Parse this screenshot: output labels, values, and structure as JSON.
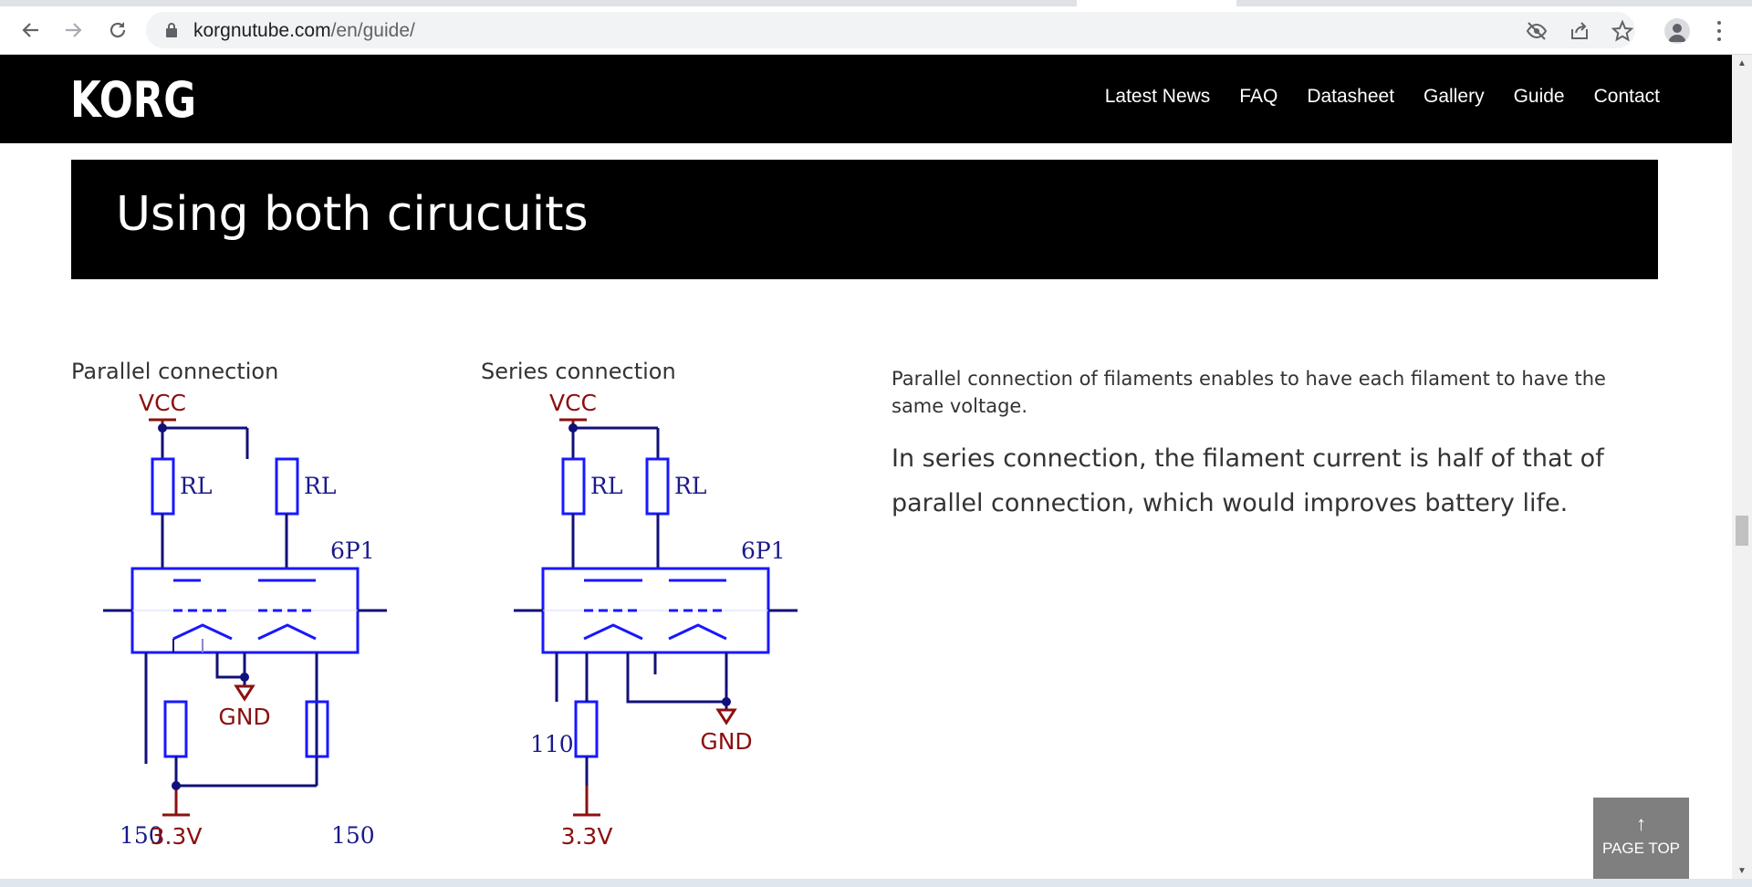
{
  "browser": {
    "url_host": "korgnutube.com",
    "url_path": "/en/guide/",
    "icons": [
      "back-arrow-icon",
      "forward-arrow-icon",
      "reload-icon",
      "lock-icon",
      "eye-off-icon",
      "share-icon",
      "star-icon",
      "profile-icon",
      "more-vert-icon"
    ]
  },
  "site": {
    "logo_text": "KORG",
    "nav": [
      "Latest News",
      "FAQ",
      "Datasheet",
      "Gallery",
      "Guide",
      "Contact"
    ]
  },
  "banner": {
    "title": "Using both cirucuits"
  },
  "parallel": {
    "caption": "Parallel connection",
    "vcc": "VCC",
    "rl_left": "RL",
    "rl_right": "RL",
    "tube": "6P1",
    "gnd": "GND",
    "r_left": "150",
    "r_right": "150",
    "supply": "3.3V"
  },
  "series": {
    "caption": "Series connection",
    "vcc": "VCC",
    "rl_left": "RL",
    "rl_right": "RL",
    "tube": "6P1",
    "gnd": "GND",
    "r_left": "110",
    "supply": "3.3V"
  },
  "text": {
    "parallel_note": "Parallel connection of filaments enables to have each filament to have the same voltage.",
    "series_note": "In series connection, the filament current is half of that of parallel connection, which would improves battery life."
  },
  "page_top": {
    "arrow": "↑",
    "label": "PAGE TOP"
  },
  "colors": {
    "schematic_blue": "#1818ff",
    "wire": "#10107a",
    "power_red": "#8b1010",
    "label_blue": "#1a1a8c"
  }
}
